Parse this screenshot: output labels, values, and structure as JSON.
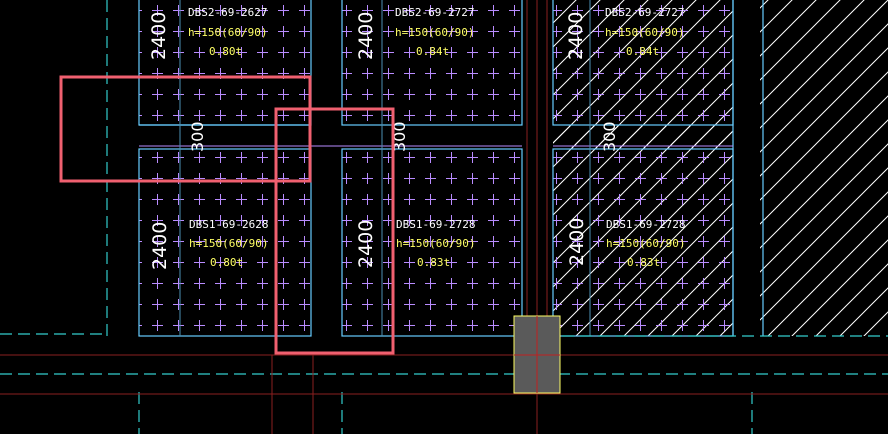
{
  "canvas": {
    "background": "#000000",
    "colors": {
      "panel_border": "#66ccff",
      "cyan_dash": "#33cccc",
      "grid_line": "#8a1f1f",
      "plus": "#b98cff",
      "rebar": "#b98cff",
      "label_white": "#ffffff",
      "label_yellow": "#ffff66",
      "hatch": "#ffffff",
      "column_fill": "#5a5a5a",
      "column_border": "#ffff66",
      "selection": "#f06070"
    }
  },
  "panels": [
    {
      "name": "DBS2-69-2627",
      "spec": "h=150(60/90)",
      "weight": "0.80t",
      "dim": "2400"
    },
    {
      "name": "DBS2-69-2727",
      "spec": "h=150(60/90)",
      "weight": "0.84t",
      "dim": "2400"
    },
    {
      "name": "DBS2-69-2727",
      "spec": "h=150(60/90)",
      "weight": "0.84t",
      "dim": "2400"
    },
    {
      "name": "DBS1-69-2628",
      "spec": "h=150(60/90)",
      "weight": "0.80t",
      "dim": "2400"
    },
    {
      "name": "DBS1-69-2728",
      "spec": "h=150(60/90)",
      "weight": "0.83t",
      "dim": "2400"
    },
    {
      "name": "DBS1-69-2728",
      "spec": "h=150(60/90)",
      "weight": "0.83t",
      "dim": "2400"
    }
  ],
  "gap_dims": [
    "300",
    "300",
    "300"
  ]
}
